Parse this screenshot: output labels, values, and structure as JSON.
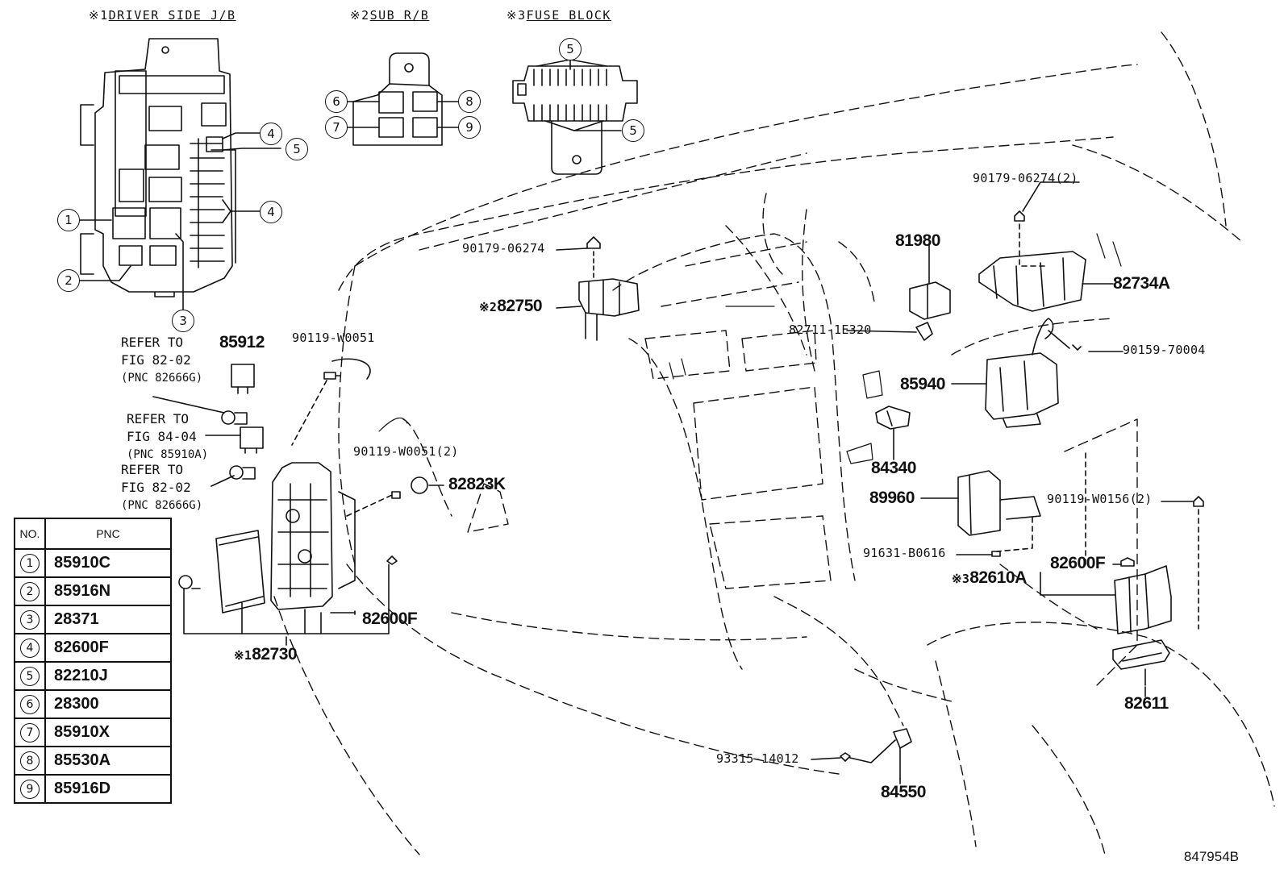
{
  "headers": {
    "h1_mark": "※1",
    "h1_text": "DRIVER SIDE J/B",
    "h2_mark": "※2",
    "h2_text": "SUB R/B",
    "h3_mark": "※3",
    "h3_text": "FUSE BLOCK"
  },
  "callouts": {
    "c1": "1",
    "c2": "2",
    "c3": "3",
    "c4a": "4",
    "c4b": "4",
    "c5a": "5",
    "c6": "6",
    "c7": "7",
    "c8": "8",
    "c9": "9",
    "c5top": "5",
    "c5bot": "5"
  },
  "refs": [
    {
      "l1": "REFER TO",
      "l2": "FIG 82-02",
      "l3": "(PNC 82666G)"
    },
    {
      "l1": "REFER TO",
      "l2": "FIG 84-04",
      "l3": "(PNC 85910A)"
    },
    {
      "l1": "REFER TO",
      "l2": "FIG 82-02",
      "l3": "(PNC 82666G)"
    }
  ],
  "parts": {
    "p85912": "85912",
    "p90119_w0051": "90119-W0051",
    "p90179_06274": "90179-06274",
    "p82750_mark": "※2",
    "p82750": "82750",
    "p90119_w0051_2": "90119-W0051(2)",
    "p82823k": "82823K",
    "p82600f_left": "82600F",
    "p82730_mark": "※1",
    "p82730": "82730",
    "p90179_06274_2": "90179-06274(2)",
    "p81980": "81980",
    "p82734a": "82734A",
    "p82711": "82711-1E320",
    "p90159": "90159-70004",
    "p85940": "85940",
    "p84340": "84340",
    "p89960": "89960",
    "p90119_w0156": "90119-W0156(2)",
    "p91631": "91631-B0616",
    "p82600f_right": "82600F",
    "p82610a_mark": "※3",
    "p82610a": "82610A",
    "p82611": "82611",
    "p93315": "93315-14012",
    "p84550": "84550"
  },
  "pnc_table": {
    "header_no": "NO.",
    "header_pnc": "PNC",
    "rows": [
      {
        "no": "1",
        "pnc": "85910C"
      },
      {
        "no": "2",
        "pnc": "85916N"
      },
      {
        "no": "3",
        "pnc": "28371"
      },
      {
        "no": "4",
        "pnc": "82600F"
      },
      {
        "no": "5",
        "pnc": "82210J"
      },
      {
        "no": "6",
        "pnc": "28300"
      },
      {
        "no": "7",
        "pnc": "85910X"
      },
      {
        "no": "8",
        "pnc": "85530A"
      },
      {
        "no": "9",
        "pnc": "85916D"
      }
    ]
  },
  "diagram_code": "847954B"
}
